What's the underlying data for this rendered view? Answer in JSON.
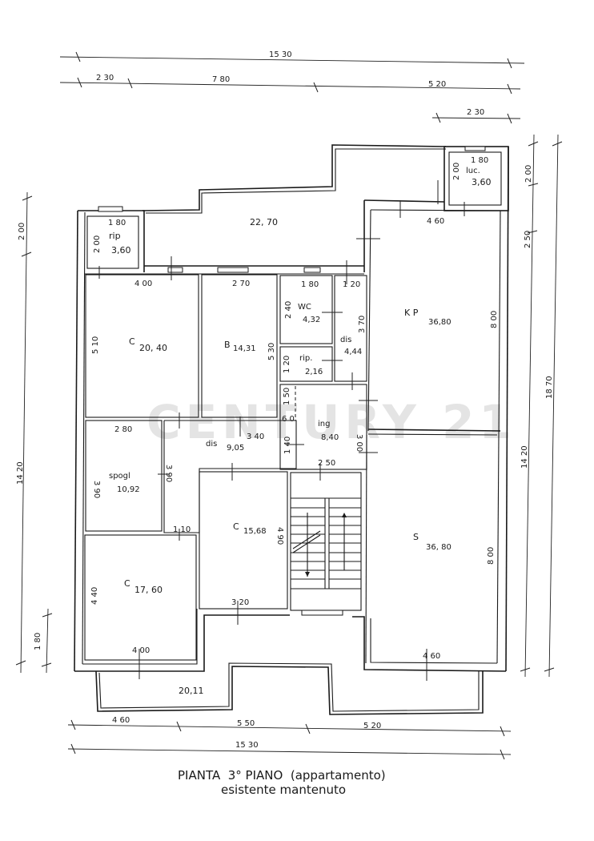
{
  "watermark": "CENTURY 21",
  "title": {
    "line1": "PIANTA  3° PIANO  (appartamento)",
    "line2": "esistente mantenuto"
  },
  "dimensions_top": {
    "overall": "15 30",
    "seg1": "2 30",
    "seg2": "7 80",
    "seg3": "5 20",
    "seg4": "2 30"
  },
  "dimensions_bottom": {
    "seg1": "4 60",
    "seg2": "5 50",
    "seg3": "5 20",
    "overall": "15 30"
  },
  "dimensions_left": {
    "top": "2 00",
    "main": "14 20",
    "bottom": "1 80"
  },
  "dimensions_right": {
    "top": "2 00",
    "mid": "2 50",
    "main": "14 20",
    "overall": "18 70"
  },
  "rooms": [
    {
      "id": "terrace-north",
      "name": "",
      "area": "22, 70"
    },
    {
      "id": "rip-nw",
      "name": "rip",
      "area": "3,60",
      "width": "1 80",
      "depth": "2 00"
    },
    {
      "id": "luc",
      "name": "luc.",
      "area": "3,60",
      "width": "1 80",
      "depth": "2 00"
    },
    {
      "id": "camera-1",
      "name": "C",
      "area": "20, 40",
      "width": "4 00",
      "depth": "5 10"
    },
    {
      "id": "bagno",
      "name": "B",
      "area": "14,31",
      "width": "2 70",
      "depth": "5 30"
    },
    {
      "id": "wc",
      "name": "WC",
      "area": "4,32",
      "width": "1 80",
      "depth": "2 40"
    },
    {
      "id": "rip-2",
      "name": "rip.",
      "area": "2,16",
      "depth": "1 20"
    },
    {
      "id": "dis-1",
      "name": "dis",
      "area": "4,44",
      "width": "1 20",
      "depth": "3 70"
    },
    {
      "id": "kp",
      "name": "K P",
      "area": "36,80",
      "width": "4 60",
      "depth": "8 00"
    },
    {
      "id": "ing",
      "name": "ing",
      "area": "8,40",
      "width": "2 50",
      "depth": "3 00",
      "sub1": "1 50",
      "sub2": "6 0"
    },
    {
      "id": "dis-2",
      "name": "dis",
      "area": "9,05",
      "width": "3 40",
      "depth": "1 40"
    },
    {
      "id": "spogl",
      "name": "spogl",
      "area": "10,92",
      "width": "2 80",
      "depth": "3 90"
    },
    {
      "id": "dis-2-side",
      "depth": "3 90",
      "width": "1 10"
    },
    {
      "id": "camera-2",
      "name": "C",
      "area": "15,68",
      "width": "3 20",
      "depth": "4 90"
    },
    {
      "id": "camera-3",
      "name": "C",
      "area": "17, 60",
      "width": "4 00",
      "depth": "4 40"
    },
    {
      "id": "soggiorno",
      "name": "S",
      "area": "36, 80",
      "width": "4 60",
      "depth": "8 00"
    },
    {
      "id": "terrace-south",
      "name": "",
      "area": "20,11"
    }
  ]
}
